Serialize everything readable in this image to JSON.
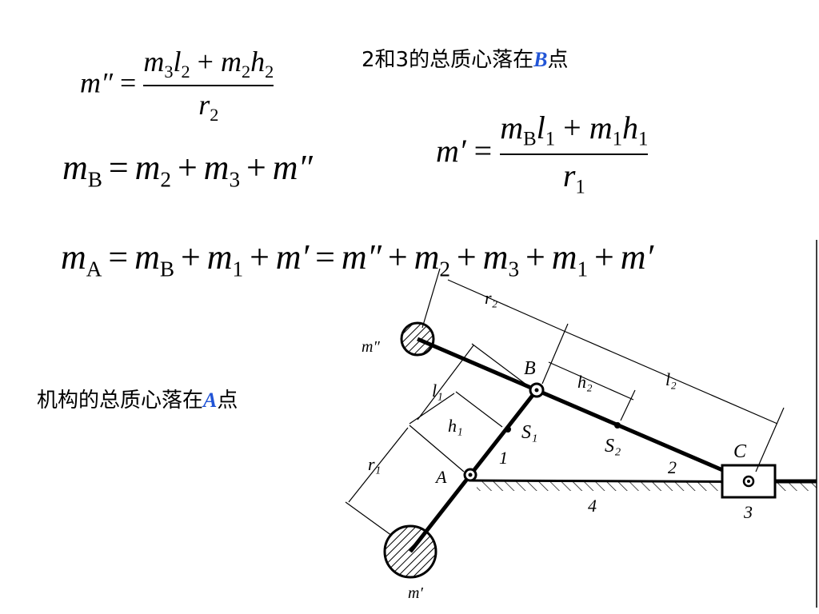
{
  "notes": {
    "top": {
      "prefix": "2和3的总质心落在",
      "point": "B",
      "suffix": "点"
    },
    "left": {
      "prefix": "机构的总质心落在",
      "point": "A",
      "suffix": "点"
    },
    "accent_color": "#2255d6"
  },
  "formula1": {
    "lhs": "m″",
    "eq": "=",
    "num": {
      "a": "m",
      "a_sub": "3",
      "b": "l",
      "b_sub": "2",
      "plus": "+",
      "c": "m",
      "c_sub": "2",
      "d": "h",
      "d_sub": "2"
    },
    "den": {
      "a": "r",
      "a_sub": "2"
    }
  },
  "formula2": {
    "terms": [
      {
        "t": "m",
        "sub": "B"
      },
      {
        "op": "="
      },
      {
        "t": "m",
        "sub": "2"
      },
      {
        "op": "+"
      },
      {
        "t": "m",
        "sub": "3"
      },
      {
        "op": "+"
      },
      {
        "t": "m″"
      }
    ]
  },
  "formula3": {
    "lhs": "m′",
    "eq": "=",
    "num": {
      "a": "m",
      "a_sub": "B",
      "b": "l",
      "b_sub": "1",
      "plus": "+",
      "c": "m",
      "c_sub": "1",
      "d": "h",
      "d_sub": "1"
    },
    "den": {
      "a": "r",
      "a_sub": "1"
    }
  },
  "formula4": {
    "terms": [
      {
        "t": "m",
        "sub": "A"
      },
      {
        "op": "="
      },
      {
        "t": "m",
        "sub": "B"
      },
      {
        "op": "+"
      },
      {
        "t": "m",
        "sub": "1"
      },
      {
        "op": "+"
      },
      {
        "t": "m′"
      },
      {
        "op": "="
      },
      {
        "t": "m″"
      },
      {
        "op": "+"
      },
      {
        "t": "m",
        "sub": "2"
      },
      {
        "op": "+"
      },
      {
        "t": "m",
        "sub": "3"
      },
      {
        "op": "+"
      },
      {
        "t": "m",
        "sub": "1"
      },
      {
        "op": "+"
      },
      {
        "t": "m′"
      }
    ]
  },
  "diagram": {
    "labels": {
      "m_double": "m″",
      "m_single": "m′",
      "B": "B",
      "A": "A",
      "C": "C",
      "S1": "S₁",
      "S2": "S₂",
      "r1": "r₁",
      "r2": "r₂",
      "l1": "l₁",
      "l2": "l₂",
      "h1": "h₁",
      "h2": "h₂",
      "link1": "1",
      "link2": "2",
      "link3": "3",
      "link4": "4"
    }
  }
}
